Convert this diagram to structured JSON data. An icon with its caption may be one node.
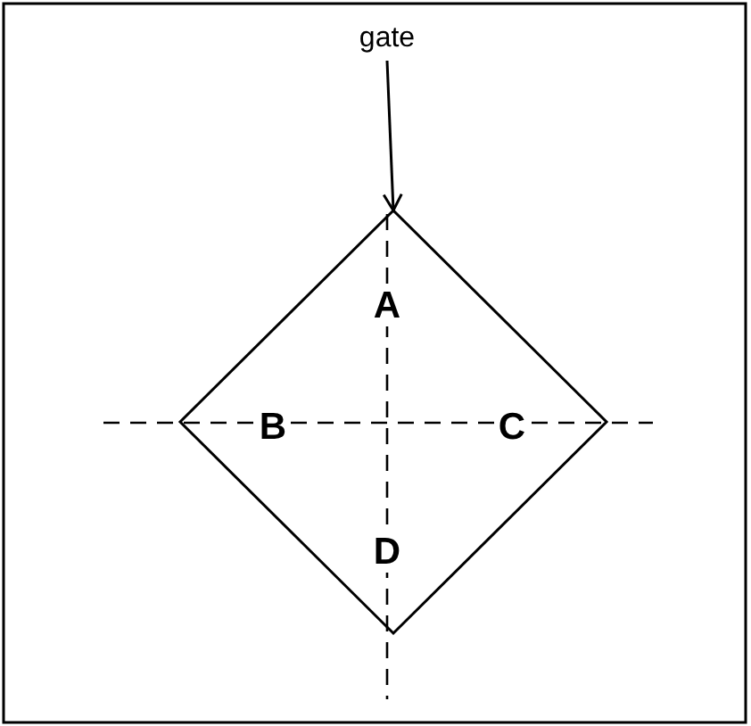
{
  "diagram": {
    "nodes": [
      {
        "text": [
          "gate"
        ]
      },
      {
        "text": [],
        "shape": "diamond"
      }
    ],
    "edges": [
      {
        "from": 0,
        "to": 1,
        "arrow": "to"
      }
    ],
    "labels": [
      "A",
      "B",
      "C",
      "D"
    ]
  }
}
